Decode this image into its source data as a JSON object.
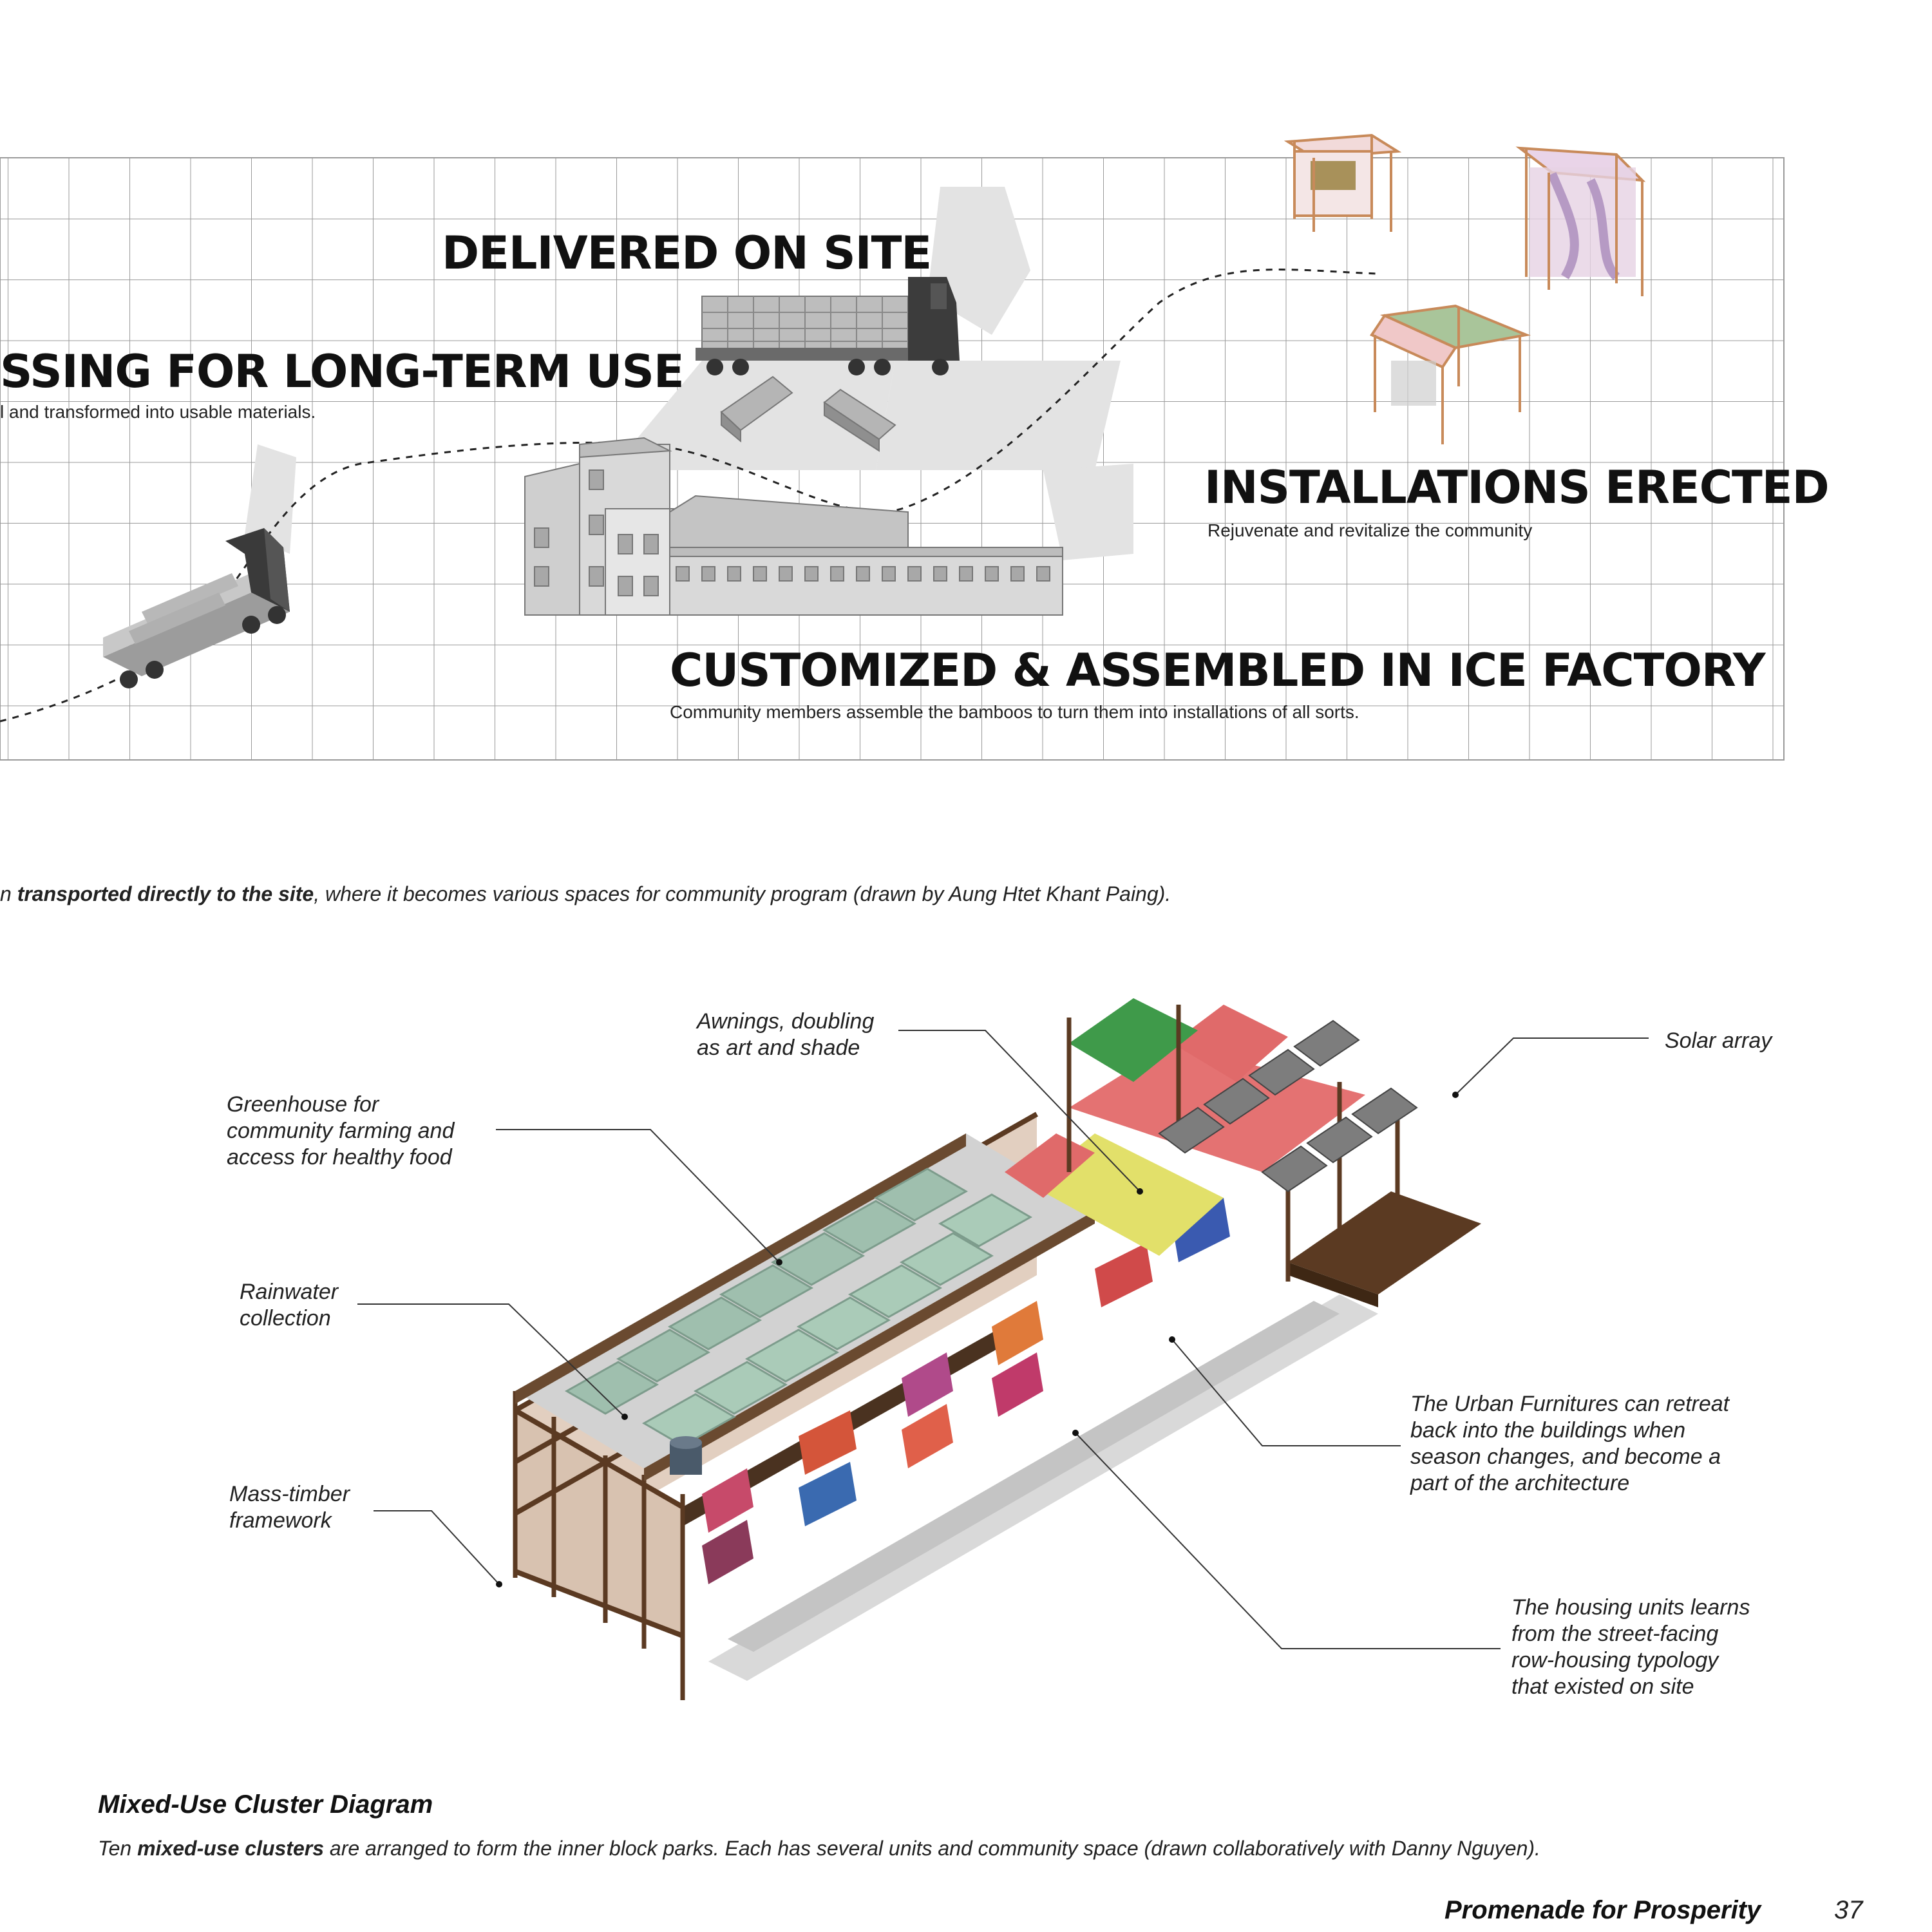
{
  "process": {
    "steps": [
      {
        "title": "SSING FOR LONG-TERM USE",
        "subtitle": "l and transformed into usable materials."
      },
      {
        "title": "DELIVERED ON SITE",
        "subtitle": ""
      },
      {
        "title": "CUSTOMIZED & ASSEMBLED IN ICE FACTORY",
        "subtitle": "Community members assemble the bamboos to turn them into installations of all sorts."
      },
      {
        "title": "INSTALLATIONS ERECTED",
        "subtitle": "Rejuvenate and revitalize the community"
      }
    ],
    "caption": {
      "prefix": "n ",
      "bold": "transported directly to the site",
      "rest": ", where it becomes various spaces for community program (drawn by Aung Htet Khant Paing)."
    }
  },
  "cluster": {
    "callouts": [
      {
        "id": "awnings",
        "lines": [
          "Awnings, doubling",
          "as art and shade"
        ]
      },
      {
        "id": "solar",
        "lines": [
          "Solar array"
        ]
      },
      {
        "id": "greenhouse",
        "lines": [
          "Greenhouse for",
          "community farming and",
          "access for healthy food"
        ]
      },
      {
        "id": "rainwater",
        "lines": [
          "Rainwater",
          "collection"
        ]
      },
      {
        "id": "urban-furniture",
        "lines": [
          "The Urban Furnitures can retreat",
          "back into the buildings when",
          "season changes, and become a",
          "part of the architecture"
        ]
      },
      {
        "id": "mass-timber",
        "lines": [
          "Mass-timber",
          "framework"
        ]
      },
      {
        "id": "housing",
        "lines": [
          "The housing units learns",
          "from the street-facing",
          "row-housing typology",
          "that existed on site"
        ]
      }
    ],
    "title": "Mixed-Use Cluster Diagram",
    "caption": {
      "prefix": "Ten ",
      "bold": "mixed-use clusters",
      "rest": " are arranged to form the inner block parks. Each has several units and community space (drawn collaboratively with Danny Nguyen)."
    }
  },
  "footer": {
    "book_title": "Promenade for Prosperity",
    "page_number": "37"
  }
}
